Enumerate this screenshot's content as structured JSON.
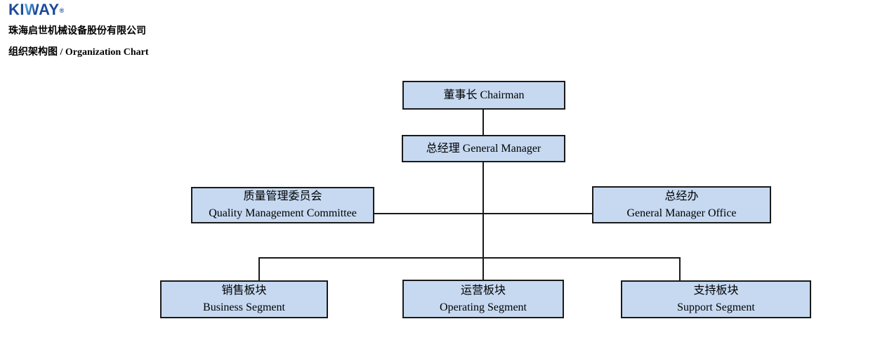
{
  "header": {
    "logo_k": "KI",
    "logo_w": "W",
    "logo_ay": "AY",
    "logo_reg": "®",
    "company_name": "珠海启世机械设备股份有限公司",
    "chart_title": "组织架构图 / Organization Chart"
  },
  "colors": {
    "page_bg": "#ffffff",
    "logo_blue": "#1b4a9b",
    "logo_light_blue": "#4e9fd9",
    "node_fill": "#c6d9f1",
    "node_border": "#1a1a1a",
    "line_color": "#1a1a1a"
  },
  "nodes": {
    "chairman": {
      "line1": "董事长 Chairman"
    },
    "general_manager": {
      "line1": "总经理 General Manager"
    },
    "quality_management_committee": {
      "line1": "质量管理委员会",
      "line2": "Quality Management Committee"
    },
    "general_manager_office": {
      "line1": "总经办",
      "line2": "General Manager Office"
    },
    "business_segment": {
      "line1": "销售板块",
      "line2": "Business Segment"
    },
    "operating_segment": {
      "line1": "运营板块",
      "line2": "Operating Segment"
    },
    "support_segment": {
      "line1": "支持板块",
      "line2": "Support Segment"
    }
  }
}
